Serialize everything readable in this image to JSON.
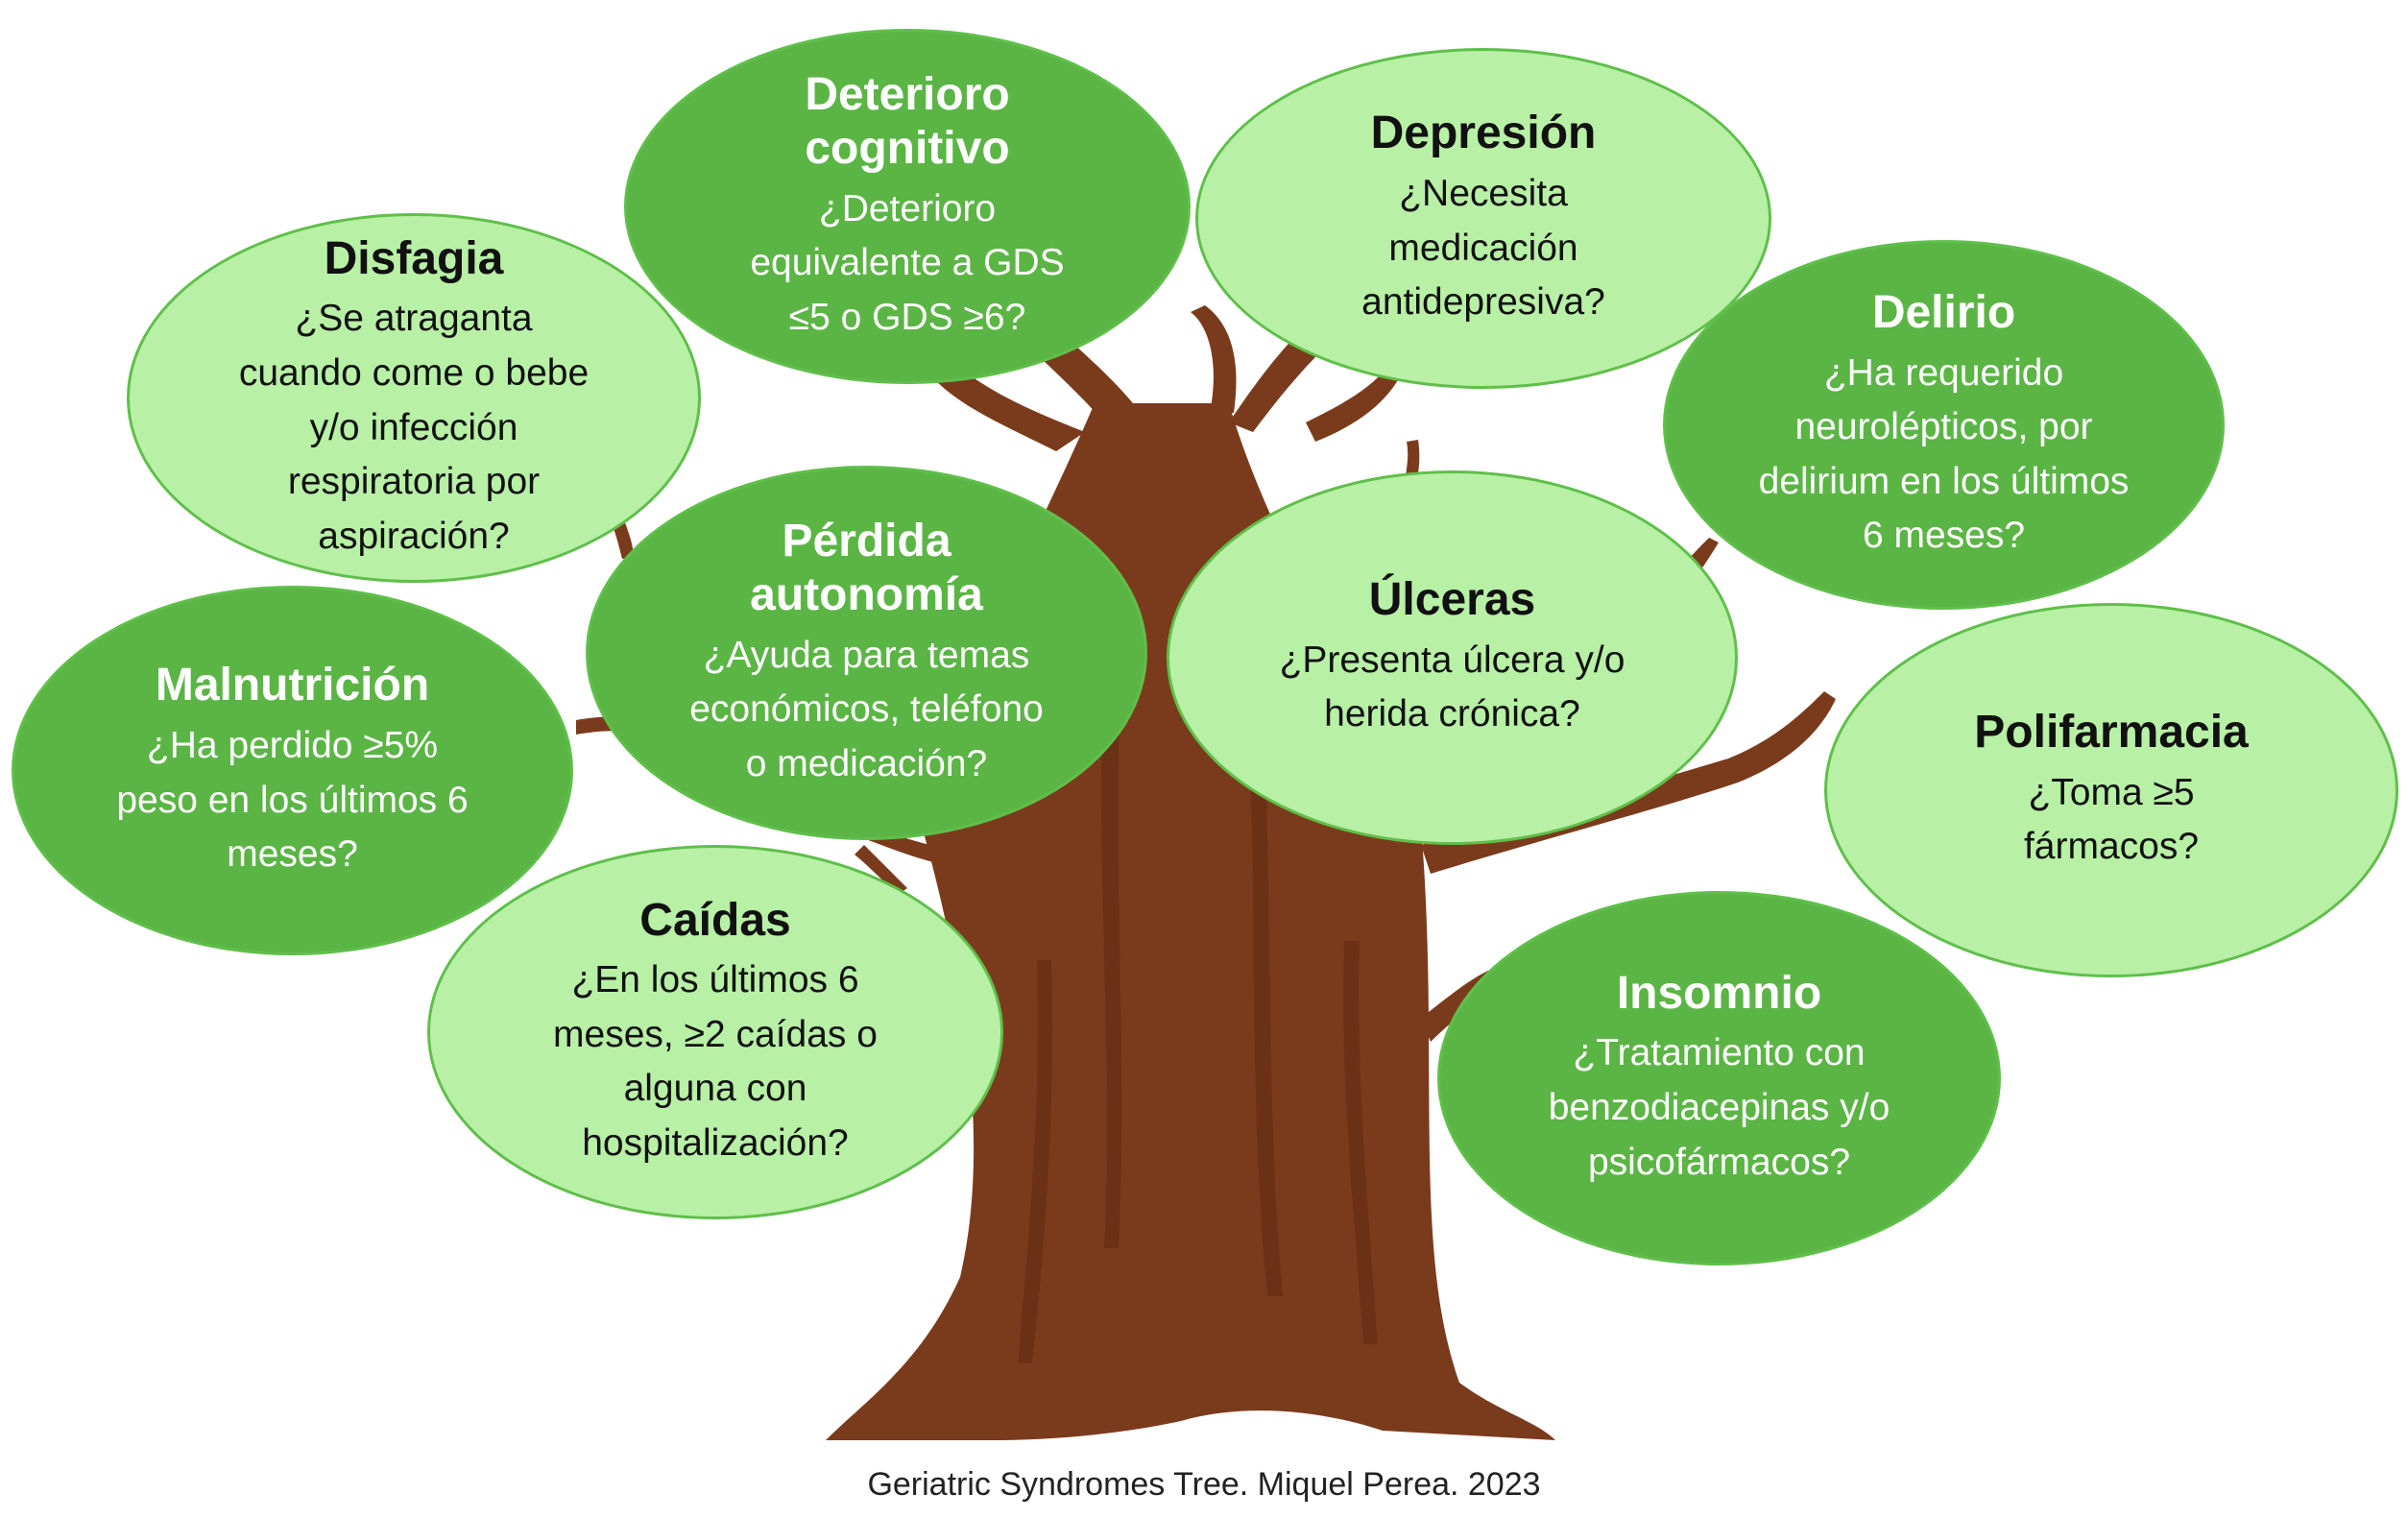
{
  "caption": "Geriatric Syndromes Tree. Miquel Perea. 2023",
  "colors": {
    "dark_leaf": "#5bb545",
    "light_leaf": "#b8f0a6",
    "leaf_border": "#5fbf4a",
    "trunk": "#7a3b1c",
    "trunk_shadow": "#5e2a12"
  },
  "leaves": {
    "deterioro": {
      "title": "Deterioro cognitivo",
      "question": "¿Deterioro equivalente a GDS ≤5 o GDS ≥6?"
    },
    "depresion": {
      "title": "Depresión",
      "question": "¿Necesita medicación antidepresiva?"
    },
    "disfagia": {
      "title": "Disfagia",
      "question": "¿Se atraganta cuando come o bebe y/o infección respiratoria por aspiración?"
    },
    "delirio": {
      "title": "Delirio",
      "question": "¿Ha requerido neurolépticos, por delirium en los últimos 6 meses?"
    },
    "perdida": {
      "title": "Pérdida autonomía",
      "question": "¿Ayuda para temas económicos, teléfono o medicación?"
    },
    "ulceras": {
      "title": "Úlceras",
      "question": "¿Presenta úlcera y/o herida crónica?"
    },
    "malnutricion": {
      "title": "Malnutrición",
      "question": "¿Ha perdido ≥5% peso en los últimos 6 meses?"
    },
    "polifarmacia": {
      "title": "Polifarmacia",
      "question": "¿Toma ≥5 fármacos?"
    },
    "caidas": {
      "title": "Caídas",
      "question": "¿En los últimos 6 meses, ≥2 caídas o alguna con hospitalización?"
    },
    "insomnio": {
      "title": "Insomnio",
      "question": "¿Tratamiento con benzodiacepinas y/o psicofármacos?"
    }
  }
}
